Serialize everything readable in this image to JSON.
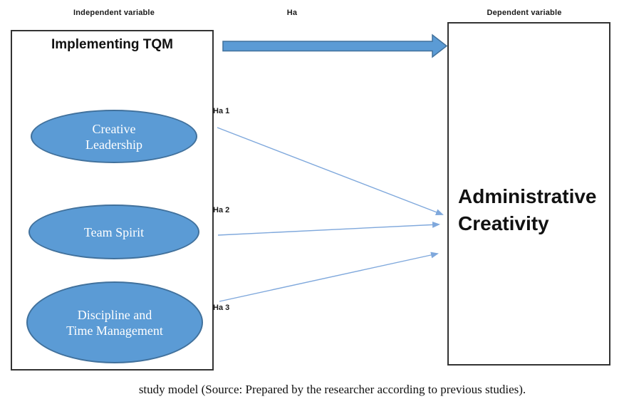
{
  "headers": {
    "independent": "Independent variable",
    "ha": "Ha",
    "dependent": "Dependent variable"
  },
  "independent_box": {
    "title": "Implementing TQM",
    "ellipses": [
      {
        "label": "Creative\nLeadership"
      },
      {
        "label": "Team Spirit"
      },
      {
        "label": "Discipline and\nTime Management"
      }
    ]
  },
  "dependent_box": {
    "title": "Administrative\nCreativity"
  },
  "hypotheses": {
    "h1": "Ha 1",
    "h2": "Ha 2",
    "h3": "Ha 3"
  },
  "caption": "study model (Source: Prepared by the researcher according to previous studies).",
  "colors": {
    "shape_fill": "#5b9bd5",
    "shape_border": "#41719c",
    "connector_blue": "#7fa8dc",
    "box_border": "#333333",
    "text": "#1a1a1a"
  }
}
